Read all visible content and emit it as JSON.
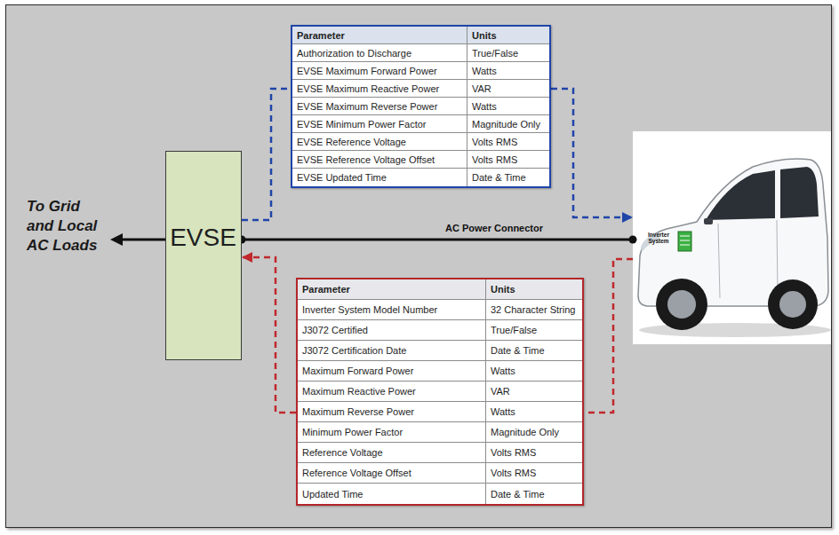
{
  "diagram": {
    "nodes": [
      {
        "text": [
          "Parameter",
          "Units",
          "Authorization to Discharge",
          "True/False",
          "EVSE Maximum Forward Power",
          "Watts",
          "EVSE Maximum Reactive Power",
          "VAR",
          "EVSE Maximum Reverse Power",
          "Watts",
          "EVSE Minimum Power Factor",
          "Magnitude Only",
          "EVSE Reference Voltage",
          "Volts RMS",
          "EVSE Reference Voltage Offset",
          "Volts RMS",
          "EVSE Updated Time",
          "Date & Time"
        ]
      },
      {
        "text": [
          "EVSE"
        ]
      },
      {
        "text": [
          "Inverter System"
        ]
      },
      {
        "text": [
          "Parameter",
          "Units",
          "Inverter System Model Number",
          "32 Character String",
          "J3072 Certified",
          "True/False",
          "J3072 Certification Date",
          "Date & Time",
          "Maximum Forward Power",
          "Watts",
          "Maximum Reactive Power",
          "VAR",
          "Maximum Reverse Power",
          "Watts",
          "Minimum Power Factor",
          "Magnitude Only",
          "Reference Voltage",
          "Volts RMS",
          "Reference Voltage Offset",
          "Volts RMS",
          "Updated Time",
          "Date & Time"
        ]
      }
    ],
    "edges": [
      {
        "from": 1,
        "to": 0,
        "arrow": "none"
      },
      {
        "from": 0,
        "to": 2,
        "arrow": "to"
      },
      {
        "from": 2,
        "to": 3,
        "arrow": "none"
      },
      {
        "from": 3,
        "to": 1,
        "arrow": "to"
      },
      {
        "from": 1,
        "to": 2,
        "arrow": "none",
        "label": "AC Power Connector"
      }
    ],
    "labels": [
      "To Grid and Local AC Loads"
    ]
  }
}
